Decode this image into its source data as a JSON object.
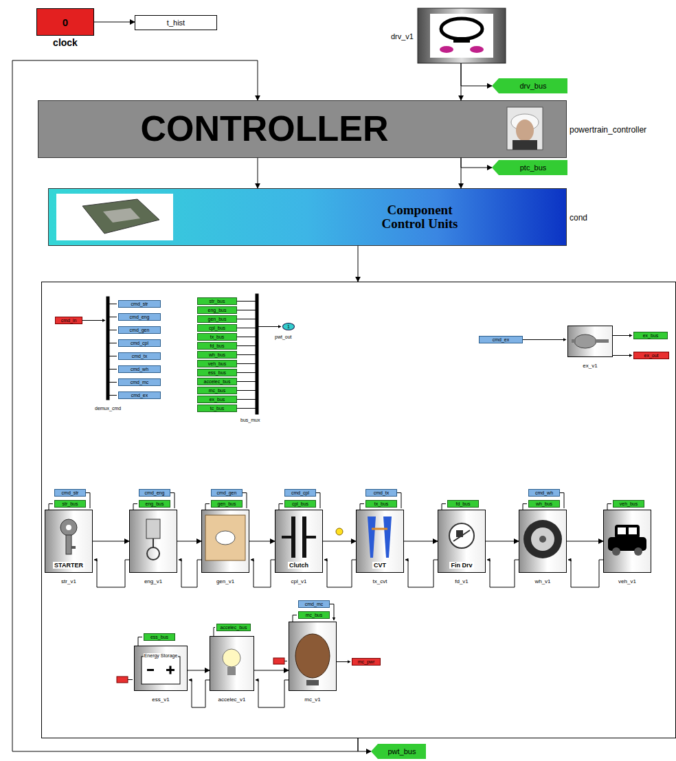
{
  "diagram": {
    "nodes": [
      {
        "text": [
          "0",
          "clock"
        ]
      },
      {
        "text": [
          "t_hist"
        ]
      },
      {
        "text": [
          "drv_v1"
        ]
      },
      {
        "text": [
          "drv_bus"
        ]
      },
      {
        "text": [
          "CONTROLLER",
          "powertrain_controller"
        ]
      },
      {
        "text": [
          "ptc_bus"
        ]
      },
      {
        "text": [
          "Component Control Units",
          "cond"
        ]
      },
      {
        "text": []
      },
      {
        "text": [
          "STARTER",
          "str_v1"
        ],
        "in": 7
      },
      {
        "text": [
          "eng_v1"
        ],
        "in": 7
      },
      {
        "text": [
          "gen_v1"
        ],
        "in": 7
      },
      {
        "text": [
          "Clutch",
          "cpl_v1"
        ],
        "in": 7
      },
      {
        "text": [
          "CVT",
          "tx_cvt"
        ],
        "in": 7
      },
      {
        "text": [
          "Fin Drv",
          "fd_v1"
        ],
        "in": 7
      },
      {
        "text": [
          "wh_v1"
        ],
        "in": 7
      },
      {
        "text": [
          "veh_v1"
        ],
        "in": 7
      },
      {
        "text": [
          "Energy Storage",
          "ess_v1"
        ],
        "in": 7
      },
      {
        "text": [
          "accelec_v1"
        ],
        "in": 7
      },
      {
        "text": [
          "mc_v1"
        ],
        "in": 7
      },
      {
        "text": [
          "ex_v1"
        ],
        "in": 7
      },
      {
        "text": [
          "pwt_bus"
        ]
      }
    ],
    "edges": [
      {
        "from": 0,
        "to": 1,
        "arrow": "to"
      },
      {
        "from": 2,
        "to": 4,
        "arrow": "to"
      },
      {
        "from": 2,
        "to": 3,
        "arrow": "to"
      },
      {
        "from": 4,
        "to": 6,
        "arrow": "to"
      },
      {
        "from": 4,
        "to": 6,
        "arrow": "to"
      },
      {
        "from": 4,
        "to": 5,
        "arrow": "to"
      },
      {
        "from": 6,
        "to": 7,
        "arrow": "to"
      },
      {
        "from": 7,
        "to": 4,
        "arrow": "to"
      },
      {
        "from": 7,
        "to": 20,
        "arrow": "to"
      },
      {
        "from": 8,
        "to": 9,
        "arrow": "to"
      },
      {
        "from": 9,
        "to": 10,
        "arrow": "to"
      },
      {
        "from": 10,
        "to": 11,
        "arrow": "to"
      },
      {
        "from": 11,
        "to": 12,
        "arrow": "to"
      },
      {
        "from": 12,
        "to": 13,
        "arrow": "to"
      },
      {
        "from": 13,
        "to": 14,
        "arrow": "to"
      },
      {
        "from": 14,
        "to": 15,
        "arrow": "to"
      },
      {
        "from": 16,
        "to": 17,
        "arrow": "to"
      },
      {
        "from": 17,
        "to": 18,
        "arrow": "to"
      }
    ],
    "labels": [
      "cmd_in",
      "cmd_str",
      "cmd_eng",
      "cmd_gen",
      "cmd_cpl",
      "cmd_tx",
      "cmd_wh",
      "cmd_mc",
      "cmd_ex",
      "demux_cmd",
      "str_bus",
      "eng_bus",
      "gen_bus",
      "cpl_bus",
      "tx_bus",
      "fd_bus",
      "wh_bus",
      "veh_bus",
      "ess_bus",
      "accelec_bus",
      "mc_bus",
      "ex_bus",
      "tc_bus",
      "bus_mux",
      "1",
      "pwt_out",
      "cmd_ex",
      "ex_bus",
      "ex_out",
      "cmd_str",
      "str_bus",
      "cmd_eng",
      "eng_bus",
      "cmd_gen",
      "gen_bus",
      "cmd_cpl",
      "cpl_bus",
      "cmd_tx",
      "tx_bus",
      "fd_bus",
      "cmd_wh",
      "wh_bus",
      "veh_bus",
      "ess_bus",
      "accelec_bus",
      "cmd_mc",
      "mc_bus",
      "mc_pwr"
    ]
  }
}
